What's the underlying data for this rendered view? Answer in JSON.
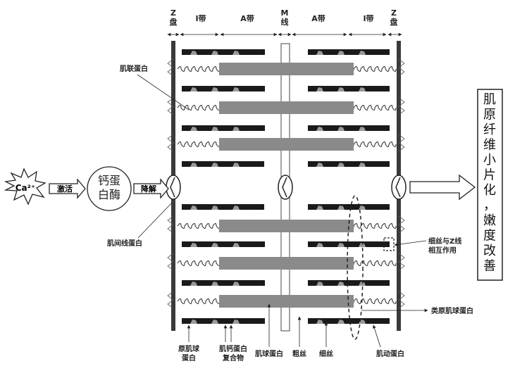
{
  "top_labels": {
    "z_left": "Z\n盘",
    "i_band_left": "I带",
    "a_band_left": "A带",
    "m_line": "M\n线",
    "a_band_right": "A带",
    "i_band_right": "I带",
    "z_right": "Z\n盘"
  },
  "left": {
    "calcium": "Ca²⁺",
    "activate": "激活",
    "calpain": "钙蛋\n白酶",
    "degrade": "降解"
  },
  "annotations": {
    "titin": "肌联蛋白",
    "desmin": "肌间线蛋白",
    "thin_z_interaction": "细丝与Z线\n相互作用",
    "tropomyosin_like": "类原肌球蛋白"
  },
  "bottom_labels": {
    "tropomyosin": "原肌球\n蛋白",
    "troponin_complex": "肌钙蛋白\n复合物",
    "myosin": "肌球蛋白",
    "thick_filament": "粗丝",
    "thin_filament": "细丝",
    "actin": "肌动蛋白"
  },
  "result_box": "肌\n原\n纤\n维\n小\n片\n化\n，\n嫩\n度\n改\n善",
  "colors": {
    "thick": "#8a8a8a",
    "thin": "#1a1a1a",
    "z_disc": "#3a3a3a",
    "line": "#222222"
  }
}
